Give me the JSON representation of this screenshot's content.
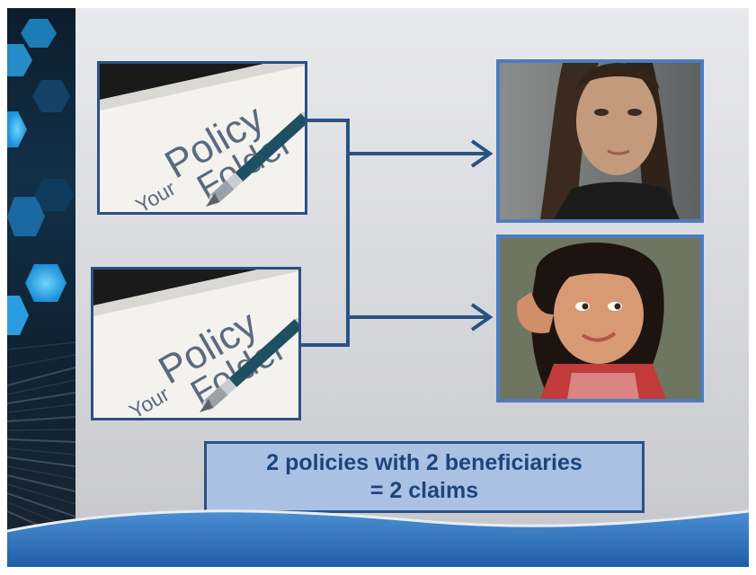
{
  "policy_cards": [
    {
      "word_your": "Your",
      "word_policy": "Policy",
      "word_folder": "Folder"
    },
    {
      "word_your": "Your",
      "word_policy": "Policy",
      "word_folder": "Folder"
    }
  ],
  "beneficiaries": [
    {
      "icon": "woman-portrait-photo"
    },
    {
      "icon": "girl-portrait-photo"
    }
  ],
  "summary": {
    "line1": "2 policies with 2 beneficiaries",
    "line2": "= 2 claims"
  },
  "colors": {
    "frame_border": "#2b5184",
    "photo_border": "#4d7cc0",
    "arrow": "#2b5184",
    "summary_fill": "#aac1e4",
    "summary_text": "#1f4479",
    "footer_blue": "#2f6fb5"
  }
}
